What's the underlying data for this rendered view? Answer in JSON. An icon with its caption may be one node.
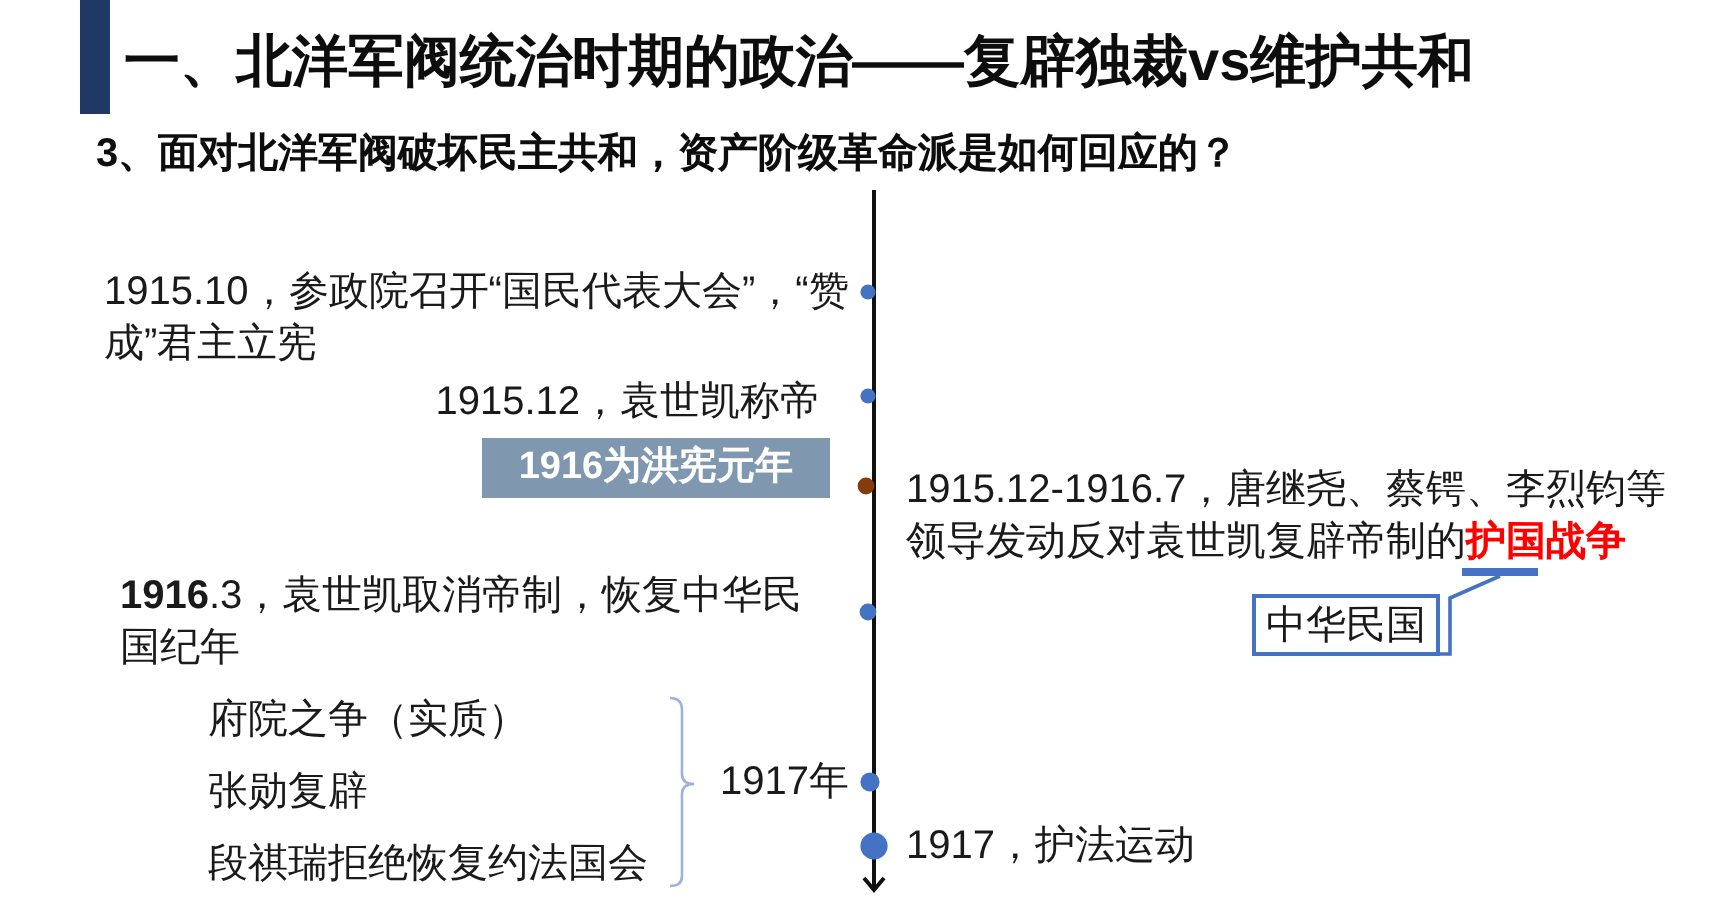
{
  "diagram": {
    "title": "一、北洋军阀统治时期的政治——复辟独裁vs维护共和",
    "nodes": [
      {
        "text": [
          "1916为洪宪元年"
        ]
      },
      {
        "text": [],
        "shape": "bar"
      },
      {
        "text": [
          "中华民国"
        ]
      }
    ],
    "edges": [
      {
        "from": 2,
        "to": 1,
        "arrow": "none"
      }
    ],
    "labels": [
      "3、面对北洋军阀破坏民主共和，资产阶级革命派是如何回应的？",
      "1915.10，参政院召开“国民代表大会”，“赞成”君主立宪",
      "1915.12，袁世凯称帝",
      "1915.12-1916.7，唐继尧、蔡锷、李烈钧等领导发动反对袁世凯复辟帝制的**护国战争**",
      "**1916**.3，袁世凯取消帝制，恢复中华民国纪年",
      "府院之争（实质）",
      "张勋复辟",
      "段祺瑞拒绝恢复约法国会",
      "1917年",
      "1917，护法运动"
    ]
  }
}
